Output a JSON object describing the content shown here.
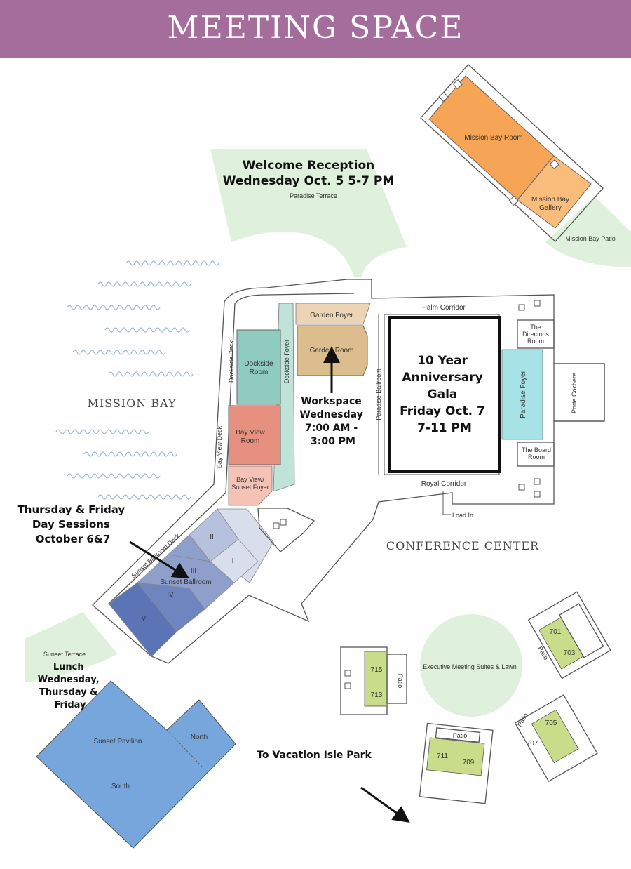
{
  "header": {
    "title": "MEETING SPACE"
  },
  "regions": {
    "mission_bay": "MISSION BAY",
    "conference_center": "CONFERENCE CENTER"
  },
  "rooms": {
    "mission_bay_room": "Mission Bay Room",
    "mission_bay_gallery": "Mission Bay Gallery",
    "mission_bay_patio": "Mission Bay Patio",
    "paradise_terrace": "Paradise Terrace",
    "palm_corridor": "Palm Corridor",
    "garden_foyer": "Garden Foyer",
    "garden_room": "Garden Room",
    "dockside_room": "Dockside Room",
    "dockside_deck": "Dockside Deck",
    "dockside_foyer": "Dockside Foyer",
    "bay_view_room": "Bay View Room",
    "bay_view_deck": "Bay View Deck",
    "bay_view_sunset_foyer": "Bay View/ Sunset Foyer",
    "sunset_ballroom_deck": "Sunset Ballroom Deck",
    "sunset_ballroom": "Sunset Ballroom",
    "ballroom_sections": [
      "I",
      "II",
      "III",
      "IV",
      "V"
    ],
    "paradise_ballroom": "Paradise Ballroom",
    "paradise_foyer": "Paradise Foyer",
    "directors_room": "The Director's Room",
    "board_room": "The Board Room",
    "porte_cochere": "Porte Cochere",
    "royal_corridor": "Royal Corridor",
    "load_in": "Load In",
    "sunset_terrace": "Sunset Terrace",
    "sunset_pavilion": "Sunset Pavilion",
    "pavilion_north": "North",
    "pavilion_south": "South",
    "executive_suites": "Executive Meeting Suites & Lawn",
    "patio": "Patio",
    "suites": [
      "701",
      "703",
      "705",
      "707",
      "709",
      "711",
      "713",
      "715"
    ]
  },
  "callouts": {
    "welcome_line1": "Welcome Reception",
    "welcome_line2": "Wednesday Oct. 5 5-7 PM",
    "workspace": [
      "Workspace",
      "Wednesday",
      "7:00 AM -",
      "3:00 PM"
    ],
    "gala": [
      "10 Year",
      "Anniversary",
      "Gala",
      "Friday Oct. 7",
      "7-11 PM"
    ],
    "sessions": [
      "Thursday & Friday",
      "Day Sessions",
      "October 6&7"
    ],
    "lunch": [
      "Lunch",
      "Wednesday,",
      "Thursday &",
      "Friday"
    ],
    "vacation_isle": "To Vacation Isle Park"
  },
  "colors": {
    "banner": "#a56d9c",
    "lawn": "#dff0dc",
    "mission_bay_room": "#f6a456",
    "mission_bay_gallery": "#f9bc7a",
    "garden": "#dcbd8d",
    "dockside": "#8fcbbf",
    "bay_view": "#e8907f",
    "foyer": "#f5c3b5",
    "paradise_foyer": "#a7e2e6",
    "ballroom_light": "#d8deeb",
    "ballroom_mid": "#8e9fcb",
    "ballroom_dark": "#5b74b6",
    "pavilion": "#76a6dc",
    "suite": "#c8dc8a"
  }
}
